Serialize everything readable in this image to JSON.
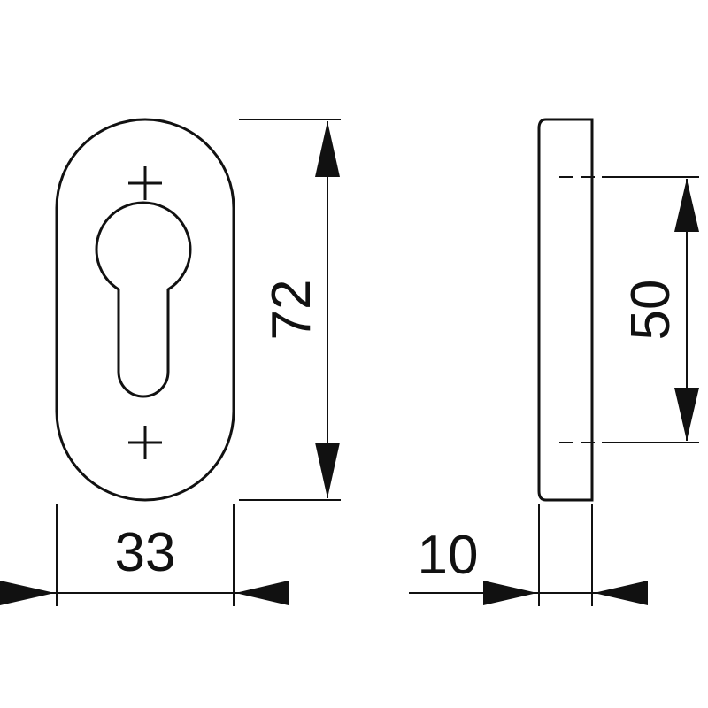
{
  "dimensions": {
    "height_label": "72",
    "width_label": "33",
    "thickness_label": "10",
    "hole_spacing_label": "50"
  },
  "colors": {
    "line": "#111111",
    "background": "#ffffff"
  }
}
